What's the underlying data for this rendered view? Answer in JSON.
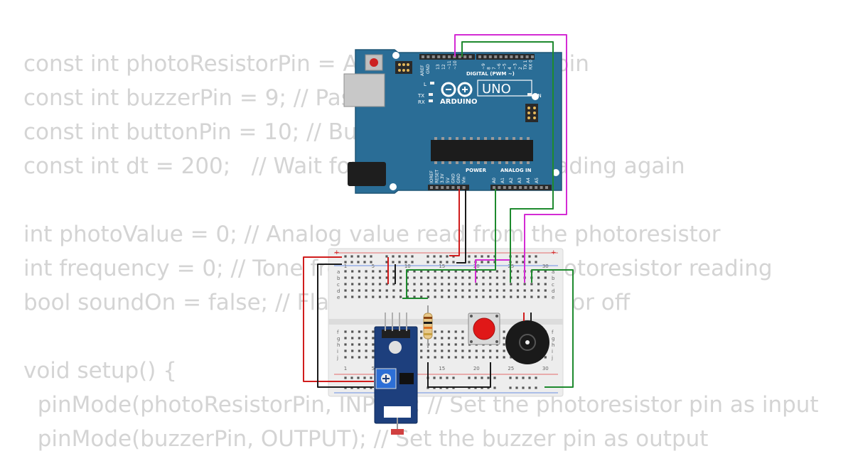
{
  "code_lines": [
    "const int photoResistorPin = A0; // Analog input pin",
    "const int buzzerPin = 9; // Passive buzzer pin",
    "const int buttonPin = 10; // Button pin",
    "const int dt = 200;   // Wait for 200 ms before reading again",
    "",
    "int photoValue = 0; // Analog value read from the photoresistor",
    "int frequency = 0; // Tone frequency based on photoresistor reading",
    "bool soundOn = false; // Flag to track if sound on or off",
    "",
    "void setup() {",
    "  pinMode(photoResistorPin, INPUT); // Set the photoresistor pin as input",
    "  pinMode(buzzerPin, OUTPUT); // Set the buzzer pin as output"
  ],
  "board": {
    "model_label": "UNO",
    "brand_label": "ARDUINO",
    "digital_header_label": "DIGITAL (PWM ~)",
    "aref_label": "AREF",
    "gnd_label": "GND",
    "power_label": "POWER",
    "analog_label": "ANALOG IN",
    "on_label": "ON",
    "l_label": "L",
    "tx_label": "TX",
    "rx_label": "RX",
    "digital_pins": [
      "13",
      "12",
      "~11",
      "~10",
      "~9",
      "8",
      "7",
      "~6",
      "~5",
      "4",
      "~3",
      "2",
      "TX 1",
      "RX 0"
    ],
    "power_pins": [
      "IOREF",
      "RESET",
      "3.3V",
      "5V",
      "GND",
      "GND",
      "Vin"
    ],
    "analog_pins": [
      "A0",
      "A1",
      "A2",
      "A3",
      "A4",
      "A5"
    ]
  },
  "breadboard": {
    "row_letters_top": [
      "a",
      "b",
      "c",
      "d",
      "e"
    ],
    "row_letters_bottom": [
      "f",
      "g",
      "h",
      "i",
      "j"
    ],
    "column_numbers": [
      "1",
      "5",
      "10",
      "15",
      "20",
      "25",
      "30"
    ],
    "plus_label": "+"
  },
  "colors": {
    "board_blue": "#2a6d96",
    "wire_red": "#d01c1c",
    "wire_black": "#1a1a1a",
    "wire_green": "#1e8a2e",
    "wire_magenta": "#d42bd4",
    "code_text": "#d4d4d4",
    "module_blue": "#1d3f7d",
    "button_red": "#e01818"
  }
}
